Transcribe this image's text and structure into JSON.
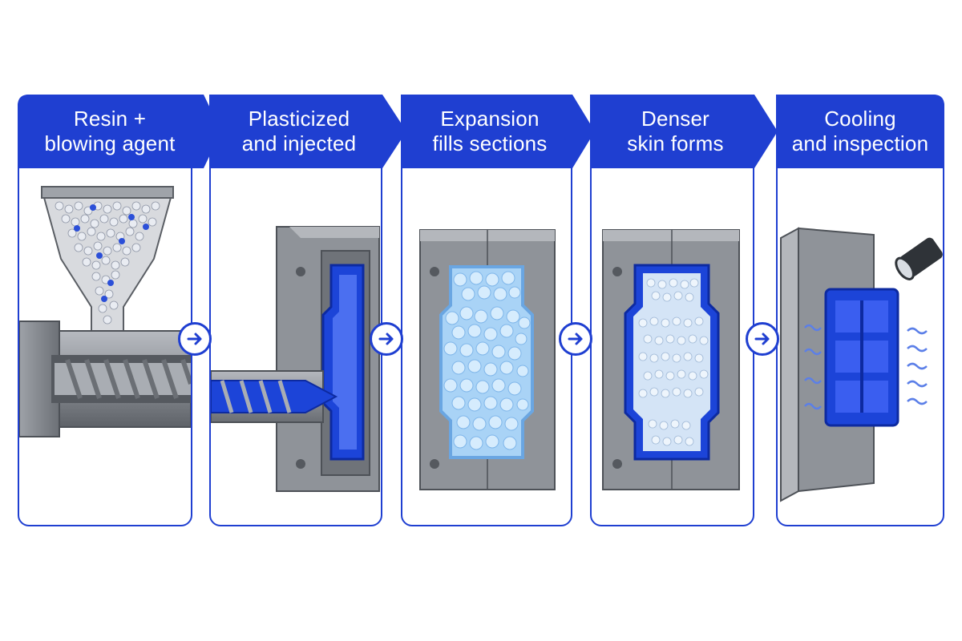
{
  "colors": {
    "accent": "#1f3fd1",
    "steel": "#8c8f95",
    "foam": "#8ec0f0",
    "part": "#1c44d8"
  },
  "stages": [
    {
      "title": "Resin +\nblowing agent",
      "icon": "hopper-screw-icon"
    },
    {
      "title": "Plasticized\nand injected",
      "icon": "injection-mold-icon"
    },
    {
      "title": "Expansion\nfills sections",
      "icon": "foam-expansion-icon"
    },
    {
      "title": "Denser\nskin forms",
      "icon": "skin-formation-icon"
    },
    {
      "title": "Cooling\nand inspection",
      "icon": "cooling-inspection-icon"
    }
  ],
  "connector_icon": "arrow-right-icon"
}
